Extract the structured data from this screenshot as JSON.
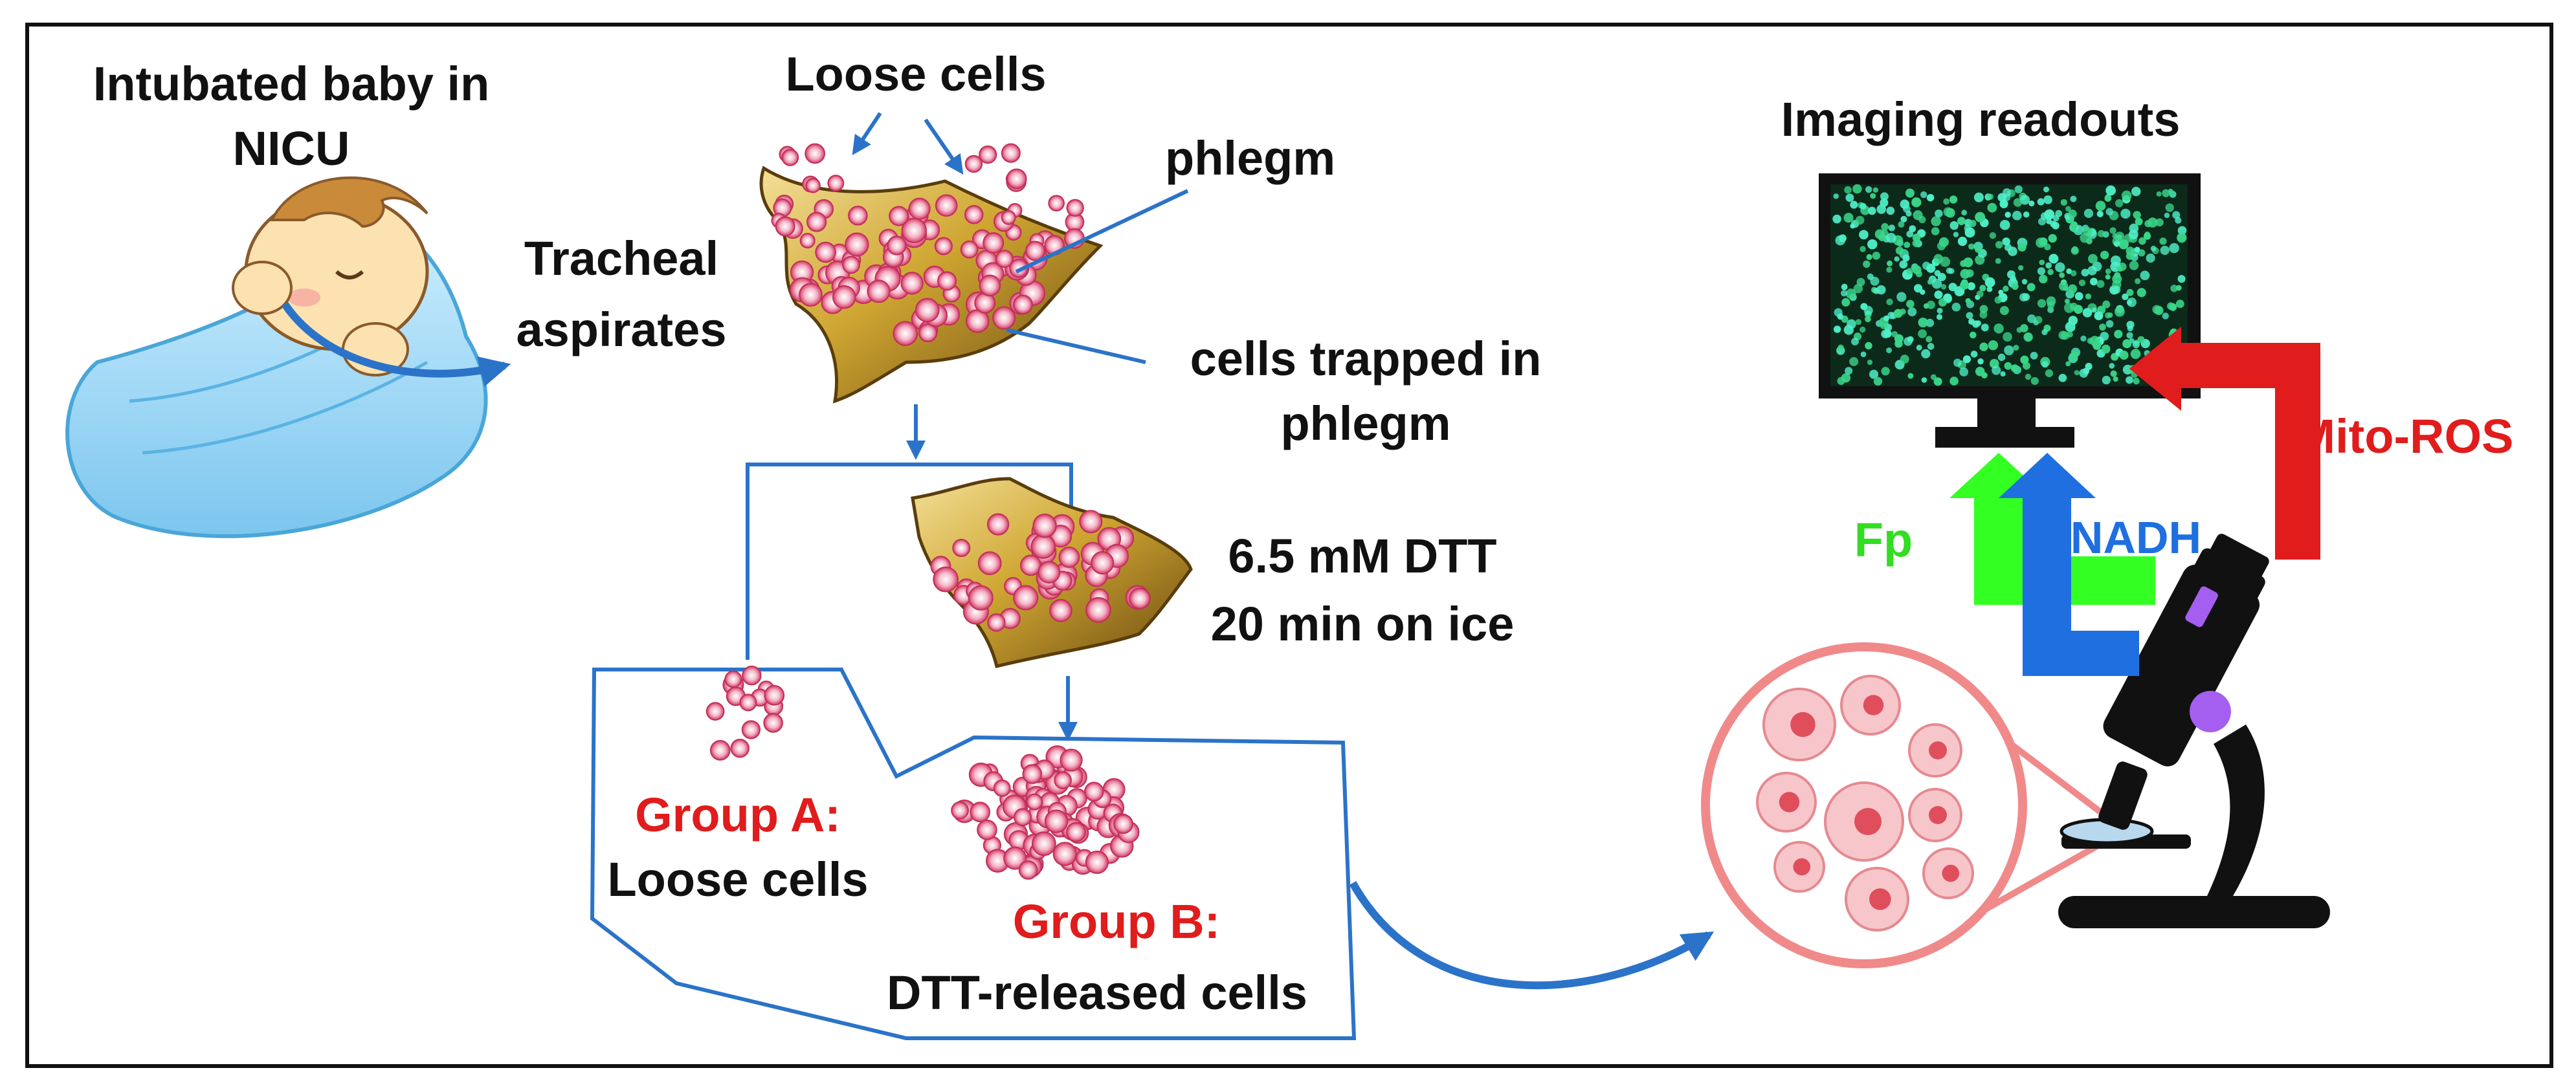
{
  "labels": {
    "intubated_line1": "Intubated baby in",
    "intubated_line2": "NICU",
    "tracheal_line1": "Tracheal",
    "tracheal_line2": "aspirates",
    "loose_cells_top": "Loose cells",
    "phlegm": "phlegm",
    "trapped_line1": "cells trapped in",
    "trapped_line2": "phlegm",
    "dtt_line1": "6.5 mM DTT",
    "dtt_line2": "20 min on ice",
    "group_a_title": "Group A:",
    "group_a_desc": "Loose cells",
    "group_b_title": "Group B:",
    "group_b_desc": "DTT-released cells",
    "imaging_readouts": "Imaging readouts",
    "fp": "Fp",
    "nadh": "NADH",
    "mito_ros": "Mito-ROS"
  },
  "colors": {
    "flow_blue": "#2b73c9",
    "group_red": "#e01c1c",
    "fp_green": "#33ff22",
    "nadh_blue": "#1f6fe0",
    "mito_red": "#e01c1c",
    "cell_pink": "#e0507a",
    "phlegm_gold": "#d7b23a"
  }
}
